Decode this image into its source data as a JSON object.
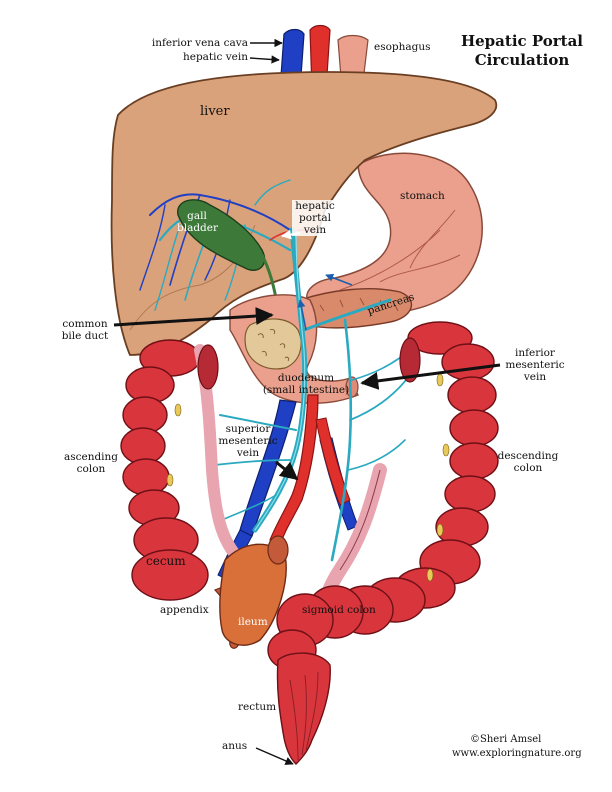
{
  "title": {
    "line1": "Hepatic Portal",
    "line2": "Circulation"
  },
  "labels": {
    "inferior_vena_cava": "inferior vena cava",
    "hepatic_vein": "hepatic vein",
    "esophagus": "esophagus",
    "liver": "liver",
    "gall_bladder_1": "gall",
    "gall_bladder_2": "bladder",
    "hepatic_portal_vein_1": "hepatic",
    "hepatic_portal_vein_2": "portal",
    "hepatic_portal_vein_3": "vein",
    "stomach": "stomach",
    "pancreas": "pancreas",
    "common_bile_duct_1": "common",
    "common_bile_duct_2": "bile duct",
    "inferior_mesenteric_vein_1": "inferior",
    "inferior_mesenteric_vein_2": "mesenteric",
    "inferior_mesenteric_vein_3": "vein",
    "duodenum_1": "duodenum",
    "duodenum_2": "(small intestine)",
    "superior_mesenteric_vein_1": "superior",
    "superior_mesenteric_vein_2": "mesenteric",
    "superior_mesenteric_vein_3": "vein",
    "ascending_colon_1": "ascending",
    "ascending_colon_2": "colon",
    "descending_colon_1": "descending",
    "descending_colon_2": "colon",
    "cecum": "cecum",
    "appendix": "appendix",
    "ileum": "ileum",
    "sigmoid_colon": "sigmoid colon",
    "rectum": "rectum",
    "anus": "anus"
  },
  "credit": {
    "author": "©Sheri Amsel",
    "site": "www.exploringnature.org"
  },
  "colors": {
    "liver": "#d9a27a",
    "stomach": "#eaa08c",
    "colon": "#d9353d",
    "vein_blue": "#1f3fc4",
    "artery_red": "#e0302c",
    "portal_teal": "#2aa9c0",
    "gall_bladder": "#3d7a3a",
    "pancreas": "#d98a6a"
  }
}
